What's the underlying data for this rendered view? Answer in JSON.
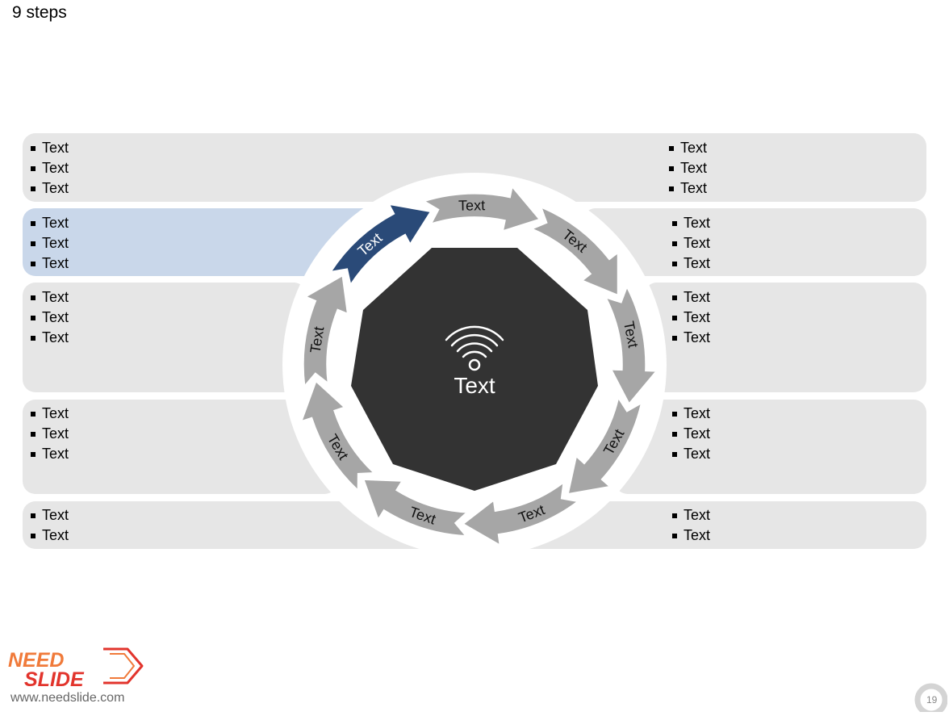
{
  "slide": {
    "title": "9 steps",
    "page_number": "19"
  },
  "footer": {
    "url": "www.needslide.com",
    "logo_line1": "NEED",
    "logo_line2": "SLIDE"
  },
  "center": {
    "label": "Text",
    "icon": "wifi-icon"
  },
  "steps": [
    {
      "label": "Text",
      "state": "active"
    },
    {
      "label": "Text",
      "state": "inactive"
    },
    {
      "label": "Text",
      "state": "inactive"
    },
    {
      "label": "Text",
      "state": "inactive"
    },
    {
      "label": "Text",
      "state": "inactive"
    },
    {
      "label": "Text",
      "state": "inactive"
    },
    {
      "label": "Text",
      "state": "inactive"
    },
    {
      "label": "Text",
      "state": "inactive"
    },
    {
      "label": "Text",
      "state": "inactive"
    }
  ],
  "panels": {
    "left": [
      {
        "bullets": [
          "Text",
          "Text",
          "Text"
        ]
      },
      {
        "bullets": [
          "Text",
          "Text",
          "Text"
        ]
      },
      {
        "bullets": [
          "Text",
          "Text",
          "Text"
        ]
      },
      {
        "bullets": [
          "Text",
          "Text",
          "Text"
        ]
      },
      {
        "bullets": [
          "Text",
          "Text"
        ]
      }
    ],
    "right": [
      {
        "bullets": [
          "Text",
          "Text",
          "Text"
        ]
      },
      {
        "bullets": [
          "Text",
          "Text",
          "Text"
        ]
      },
      {
        "bullets": [
          "Text",
          "Text",
          "Text"
        ]
      },
      {
        "bullets": [
          "Text",
          "Text",
          "Text"
        ]
      },
      {
        "bullets": [
          "Text",
          "Text"
        ]
      }
    ]
  },
  "colors": {
    "active_arrow": "#2a4a78",
    "arrow": "#a6a6a6",
    "center": "#333333",
    "panel": "#e6e6e6",
    "panel_active": "#c9d7ea",
    "logo_orange": "#f07a3a",
    "logo_red": "#e2342c"
  }
}
